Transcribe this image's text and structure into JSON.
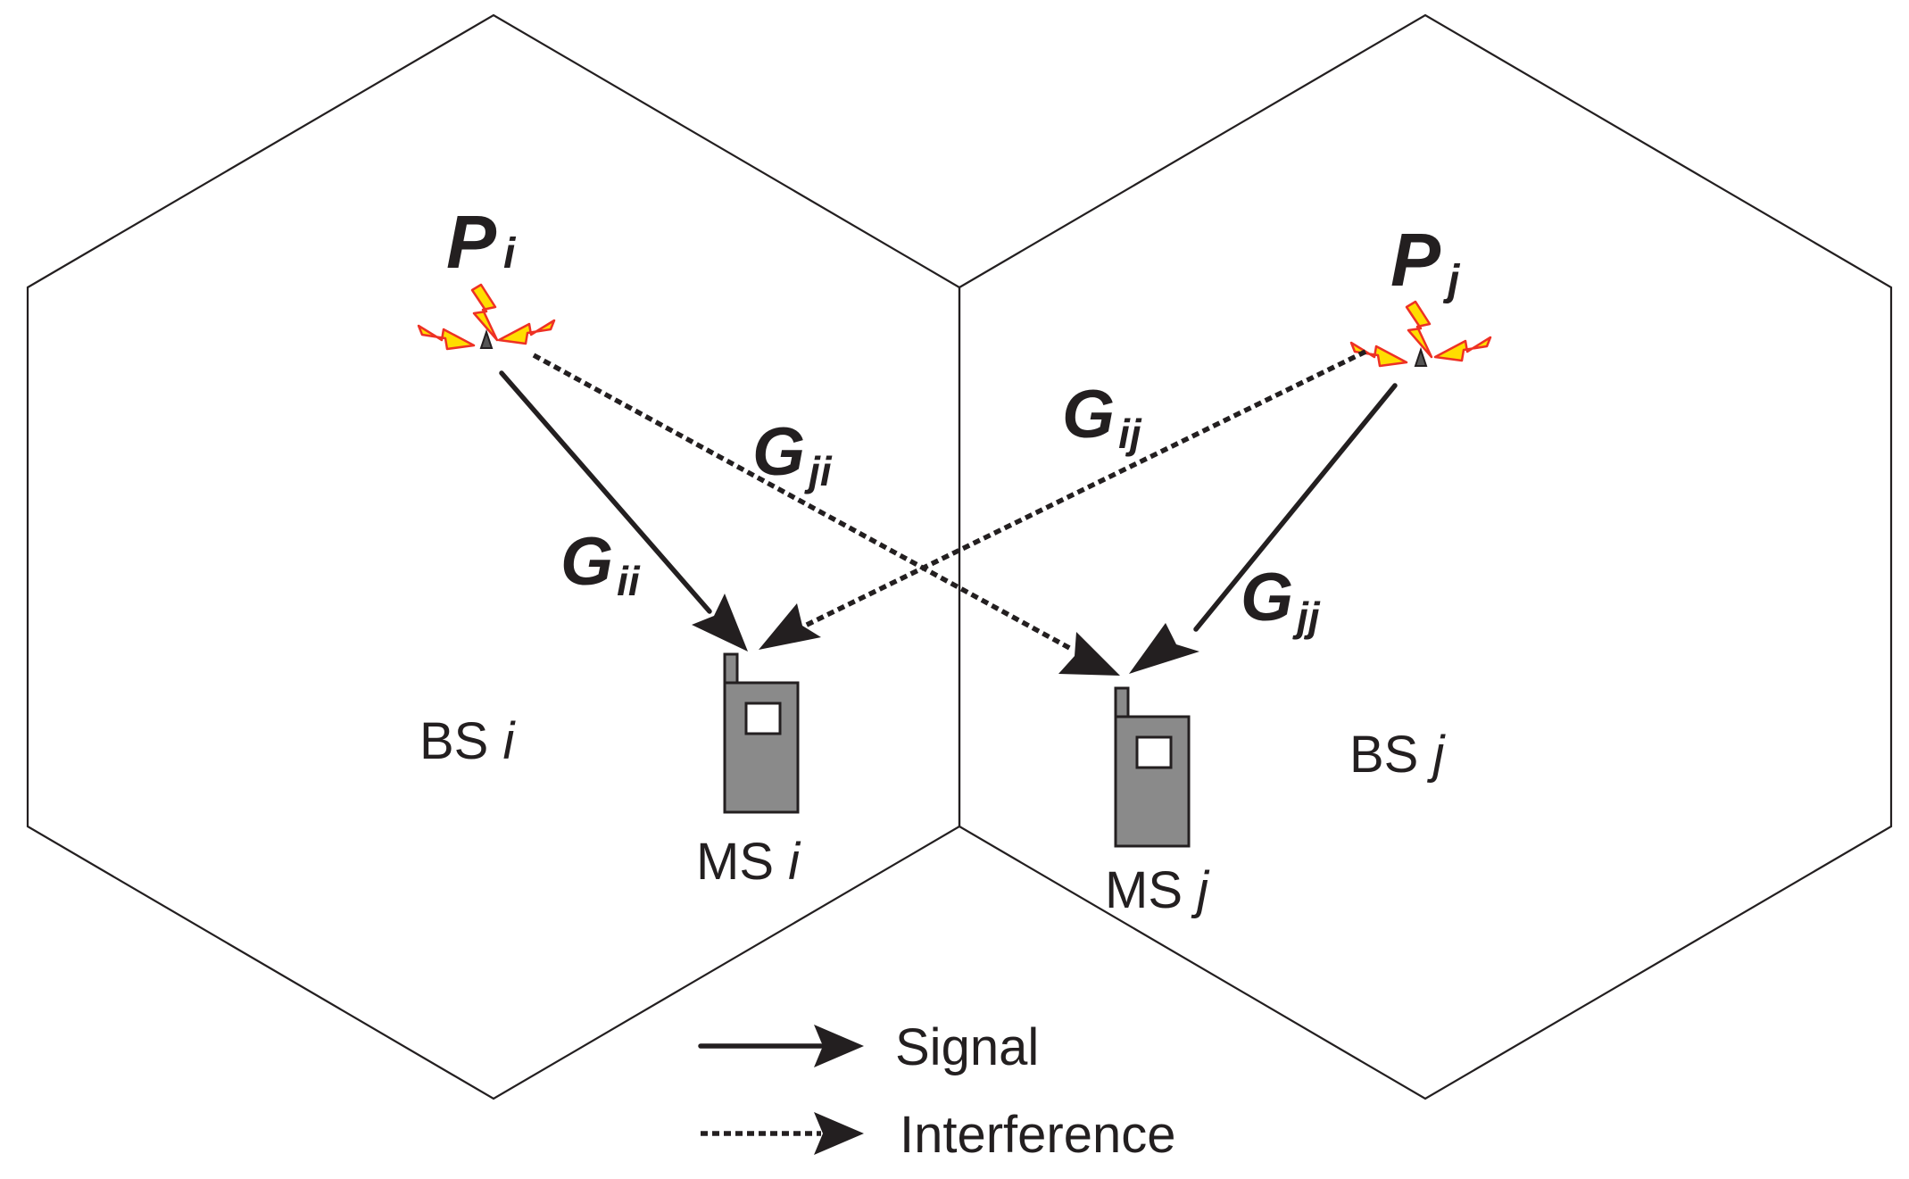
{
  "power": {
    "left": {
      "base": "P",
      "sub": "i"
    },
    "right": {
      "base": "P",
      "sub": "j"
    }
  },
  "gains": {
    "ii": {
      "base": "G",
      "sub": "ii"
    },
    "ji": {
      "base": "G",
      "sub": "ji"
    },
    "ij": {
      "base": "G",
      "sub": "ij"
    },
    "jj": {
      "base": "G",
      "sub": "jj"
    }
  },
  "stations": {
    "bs_i": {
      "prefix": "BS",
      "idx": "i"
    },
    "bs_j": {
      "prefix": "BS",
      "idx": "j"
    },
    "ms_i": {
      "prefix": "MS",
      "idx": "i"
    },
    "ms_j": {
      "prefix": "MS",
      "idx": "j"
    }
  },
  "legend": {
    "signal": "Signal",
    "interference": "Interference"
  },
  "colors": {
    "stroke": "#231f20",
    "bolt_fill": "#ffdd00",
    "bolt_stroke": "#ee3124",
    "phone": "#8a8a8a"
  }
}
